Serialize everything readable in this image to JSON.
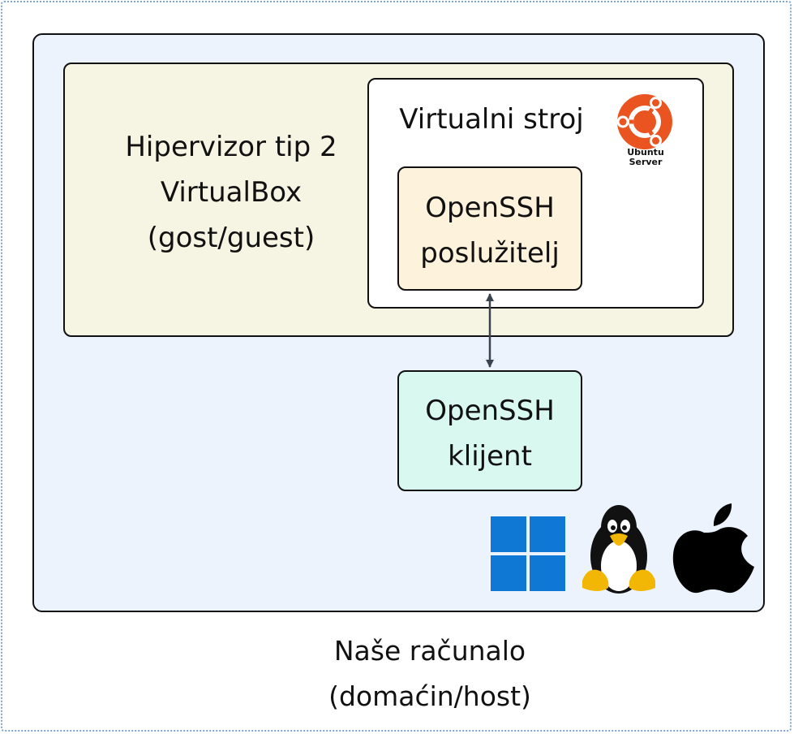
{
  "diagram": {
    "hypervisor": {
      "line1": "Hipervizor tip 2",
      "line2": "VirtualBox",
      "line3": "(gost/guest)"
    },
    "vm": {
      "title": "Virtualni stroj"
    },
    "ubuntu_logo": {
      "line1": "Ubuntu",
      "line2": "Server",
      "color": "#E95420"
    },
    "server": {
      "line1": "OpenSSH",
      "line2": "poslužitelj"
    },
    "client": {
      "line1": "OpenSSH",
      "line2": "klijent"
    },
    "host": {
      "line1": "Naše računalo",
      "line2": "(domaćin/host)"
    },
    "connector": {
      "type": "bidirectional-arrow",
      "color": "#3a4350"
    },
    "os_icons": [
      "windows-icon",
      "linux-tux-icon",
      "apple-icon"
    ],
    "colors": {
      "host_fill": "#ecf3fd",
      "hypervisor_fill": "#f6f4e3",
      "server_fill": "#fdf2dc",
      "client_fill": "#d9f8ef",
      "windows_blue": "#0f78d4"
    }
  }
}
